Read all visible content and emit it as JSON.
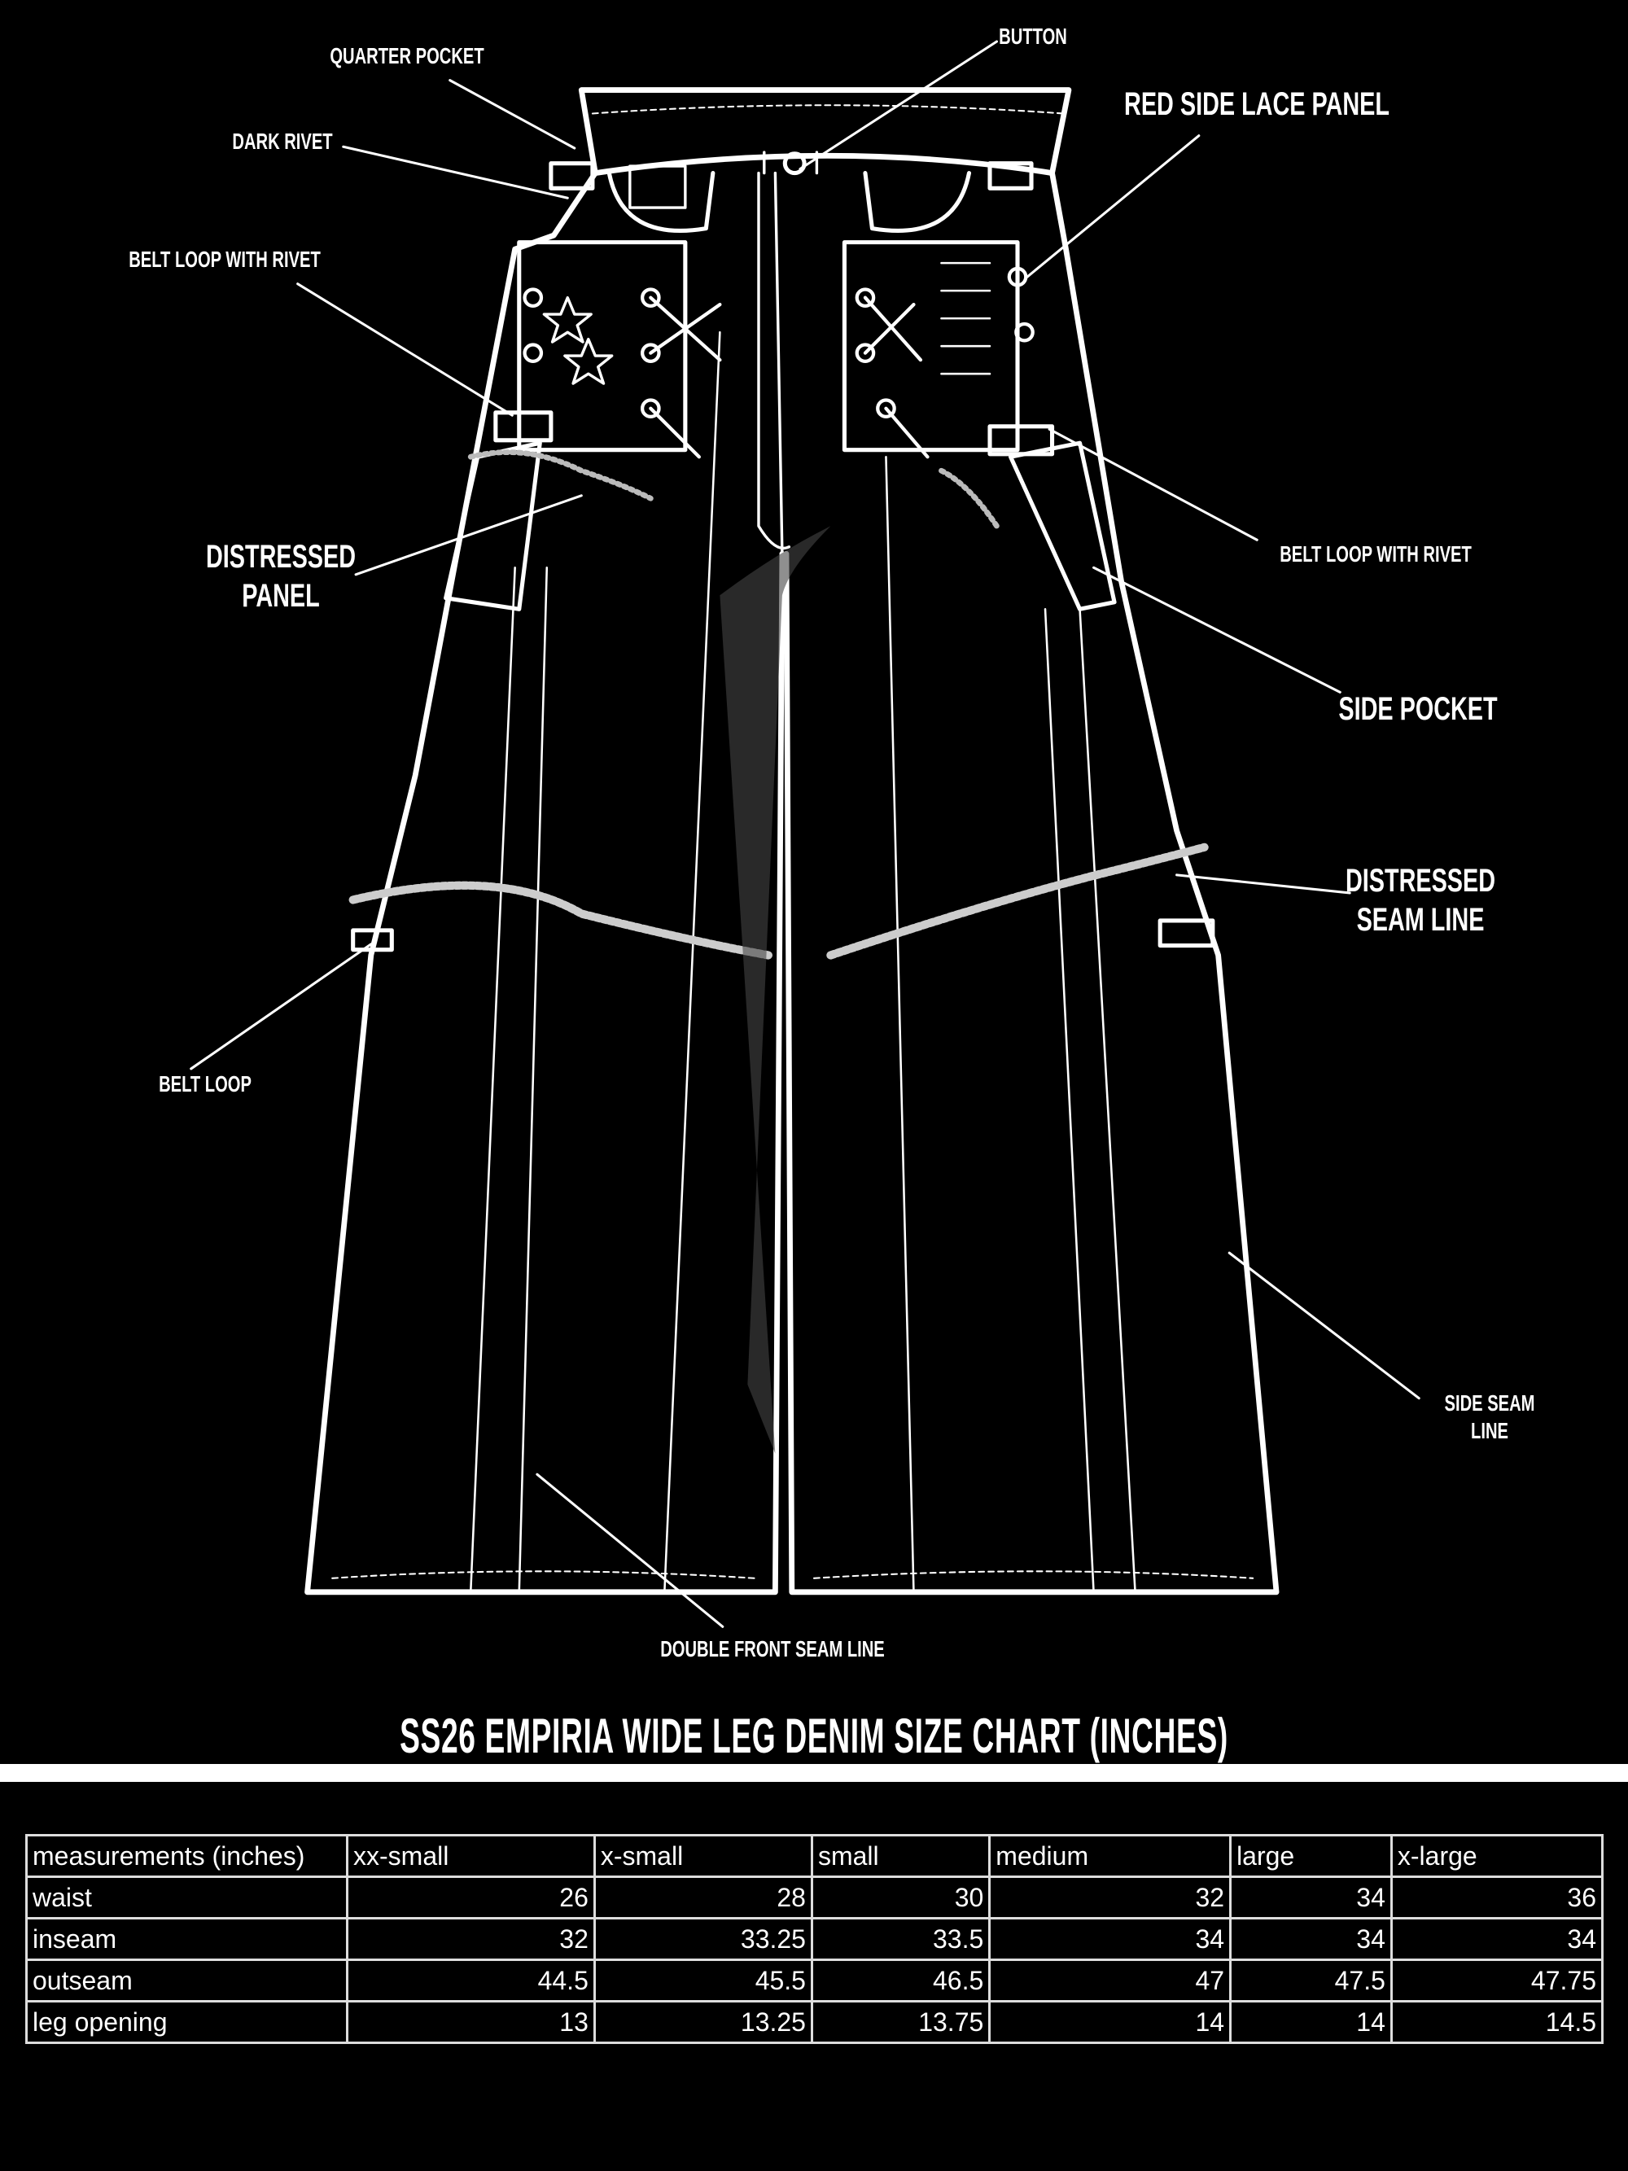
{
  "labels": {
    "quarter_pocket": "QUARTER POCKET",
    "dark_rivet": "DARK RIVET",
    "belt_loop_with_rivet_left": "BELT LOOP WITH RIVET",
    "distressed_panel_1": "DISTRESSED",
    "distressed_panel_2": "PANEL",
    "button": "BUTTON",
    "red_side_lace_panel": "RED SIDE LACE PANEL",
    "belt_loop_with_rivet_right": "BELT LOOP WITH RIVET",
    "side_pocket": "SIDE POCKET",
    "distressed_seam_line_1": "DISTRESSED",
    "distressed_seam_line_2": "SEAM LINE",
    "belt_loop": "BELT LOOP",
    "side_seam_line_1": "SIDE SEAM",
    "side_seam_line_2": "LINE",
    "double_front_seam_line": "DOUBLE FRONT SEAM LINE"
  },
  "title": "SS26 EMPIRIA WIDE LEG DENIM SIZE CHART (INCHES)",
  "table": {
    "headers": [
      "measurements (inches)",
      "xx-small",
      "x-small",
      "small",
      "medium",
      "large",
      "x-large"
    ],
    "rows": [
      [
        "waist",
        "26",
        "28",
        "30",
        "32",
        "34",
        "36"
      ],
      [
        "inseam",
        "32",
        "33.25",
        "33.5",
        "34",
        "34",
        "34"
      ],
      [
        "outseam",
        "44.5",
        "45.5",
        "46.5",
        "47",
        "47.5",
        "47.75"
      ],
      [
        "leg opening",
        "13",
        "13.25",
        "13.75",
        "14",
        "14",
        "14.5"
      ]
    ]
  }
}
